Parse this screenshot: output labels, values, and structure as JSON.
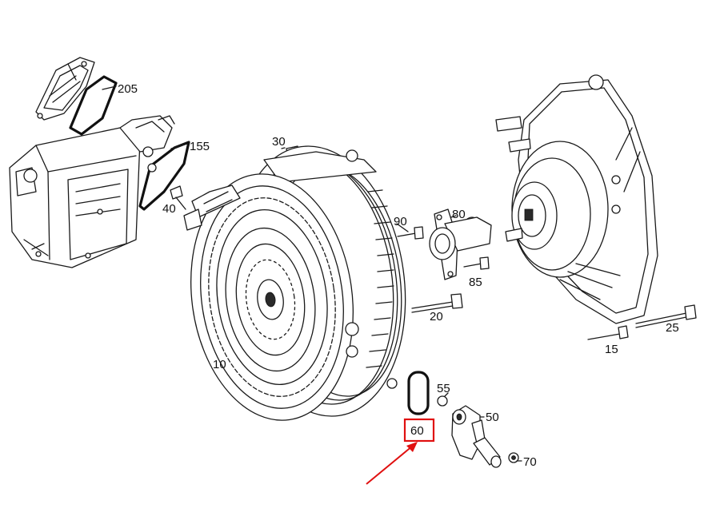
{
  "diagram": {
    "callouts": [
      {
        "id": "205",
        "text": "205"
      },
      {
        "id": "155",
        "text": "155"
      },
      {
        "id": "30",
        "text": "30"
      },
      {
        "id": "40",
        "text": "40"
      },
      {
        "id": "90",
        "text": "90"
      },
      {
        "id": "80",
        "text": "80"
      },
      {
        "id": "85",
        "text": "85"
      },
      {
        "id": "20",
        "text": "20"
      },
      {
        "id": "25",
        "text": "25"
      },
      {
        "id": "15",
        "text": "15"
      },
      {
        "id": "10",
        "text": "10"
      },
      {
        "id": "55",
        "text": "55"
      },
      {
        "id": "50",
        "text": "50"
      },
      {
        "id": "60",
        "text": "60"
      },
      {
        "id": "70",
        "text": "70"
      }
    ],
    "highlighted_part": "60",
    "colors": {
      "line": "#1a1a1a",
      "highlight_box": "#e01010",
      "arrow": "#e01010",
      "background": "#ffffff"
    }
  }
}
